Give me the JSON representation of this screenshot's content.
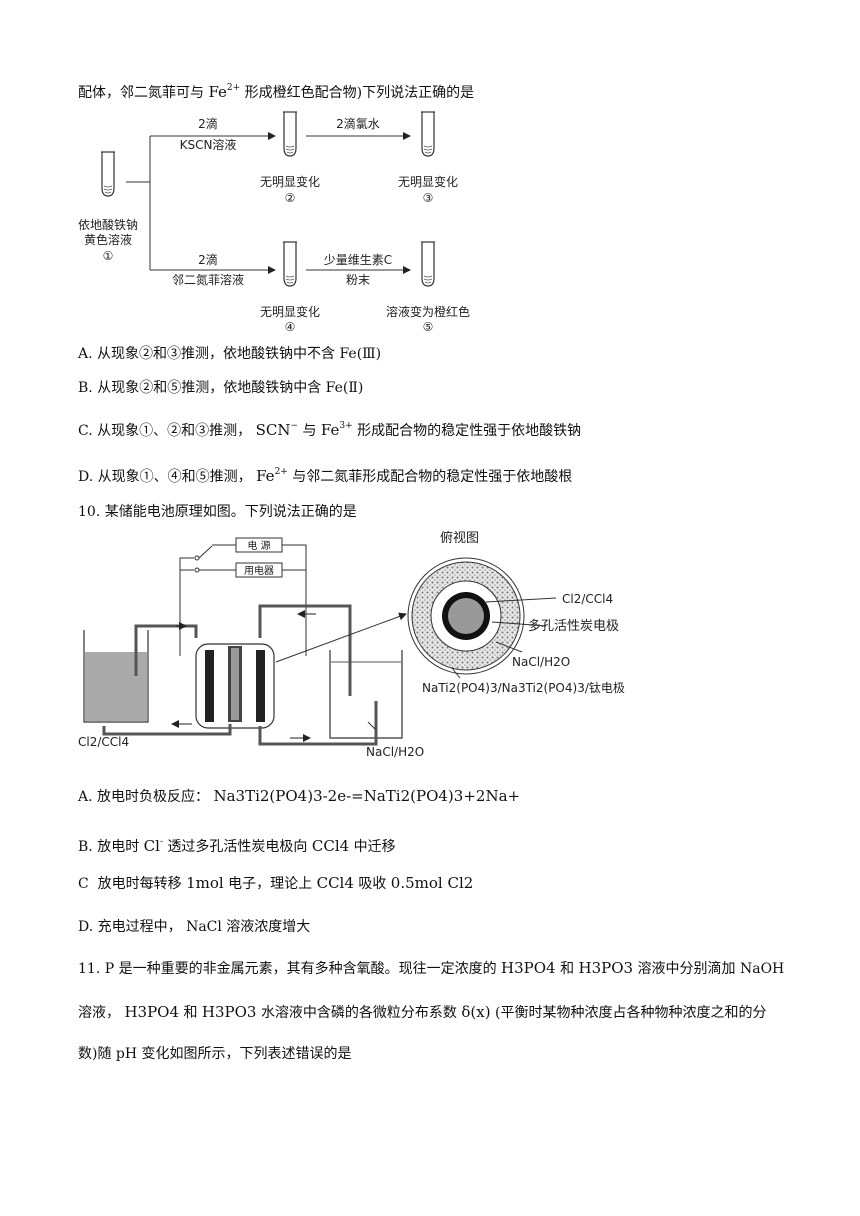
{
  "intro_line": "配体，邻二氮菲可与 Fe2+ 形成橙红色配合物)下列说法正确的是",
  "q9": {
    "intro_pre": "配体，邻二氮菲可与",
    "intro_fe": "Fe",
    "intro_sup": "2+",
    "intro_post": "形成橙红色配合物)下列说法正确的是",
    "flow": {
      "start_label_1": "依地酸铁钠",
      "start_label_2": "黄色溶液",
      "start_num": "①",
      "arrow1_top": "2滴",
      "arrow1_bottom": "KSCN溶液",
      "tube2_label": "无明显变化",
      "tube2_num": "②",
      "arrow2_top": "2滴氯水",
      "tube3_label": "无明显变化",
      "tube3_num": "③",
      "arrow3_top": "2滴",
      "arrow3_bottom": "邻二氮菲溶液",
      "tube4_label": "无明显变化",
      "tube4_num": "④",
      "arrow4_top": "少量维生素C",
      "arrow4_bottom": "粉末",
      "tube5_label": "溶液变为橙红色",
      "tube5_num": "⑤"
    },
    "options": {
      "A": "A.  从现象②和③推测，依地酸铁钠中不含 Fe(Ⅲ)",
      "B": "B.  从现象②和⑤推测，依地酸铁钠中含 Fe(Ⅱ)",
      "C_pre": "C.  从现象①、②和③推测，",
      "C_scn": "SCN",
      "C_scn_sup": "−",
      "C_mid": "与",
      "C_fe": "Fe",
      "C_fe_sup": "3+",
      "C_post": "形成配合物的稳定性强于依地酸铁钠",
      "D_pre": "D.  从现象①、④和⑤推测，",
      "D_fe": "Fe",
      "D_fe_sup": "2+",
      "D_post": "与邻二氮菲形成配合物的稳定性强于依地酸根"
    }
  },
  "q10": {
    "stem": "10.  某储能电池原理如图。下列说法正确的是",
    "diagram": {
      "power_label": "电  源",
      "device_label": "用电器",
      "top_view": "俯视图",
      "ring_cl2": "Cl2/CCl4",
      "ring_carbon": "多孔活性炭电极",
      "ring_nacl": "NaCl/H2O",
      "ring_ti": "NaTi2(PO4)3/Na3Ti2(PO4)3/钛电极",
      "left_beaker": "Cl2/CCl4",
      "right_beaker": "NaCl/H2O"
    },
    "options": {
      "A_pre": "A.  放电时负极反应：",
      "A_eq": "Na3Ti2(PO4)3-2e-=NaTi2(PO4)3+2Na+",
      "B_pre": "B.  放电时",
      "B_cl": "Cl",
      "B_cl_sup": "-",
      "B_mid": "透过多孔活性炭电极向",
      "B_ccl4": "CCl4",
      "B_post": "中迁移",
      "C_pre": "C",
      "C_text1": "放电时每转移",
      "C_mol1": "1mol",
      "C_text2": "电子，理论上",
      "C_ccl4": "CCl4",
      "C_text3": "吸收",
      "C_mol2": "0.5mol Cl2",
      "D": "D.  充电过程中， NaCl 溶液浓度增大"
    }
  },
  "q11": {
    "line1_pre": "11. P 是一种重要的非金属元素，其有多种含氧酸。现往一定浓度的",
    "line1_a": "H3PO4",
    "line1_mid": "和",
    "line1_b": "H3PO3",
    "line1_post": "溶液中分别滴加 NaOH",
    "line2_pre": "溶液，",
    "line2_a": "H3PO4",
    "line2_mid": "和",
    "line2_b": "H3PO3",
    "line2_post1": "水溶液中含磷的各微粒分布系数",
    "line2_delta": "δ(x)",
    "line2_post2": "(平衡时某物种浓度占各种物种浓度之和的分",
    "line3": "数)随 pH 变化如图所示，下列表述错误的是"
  }
}
